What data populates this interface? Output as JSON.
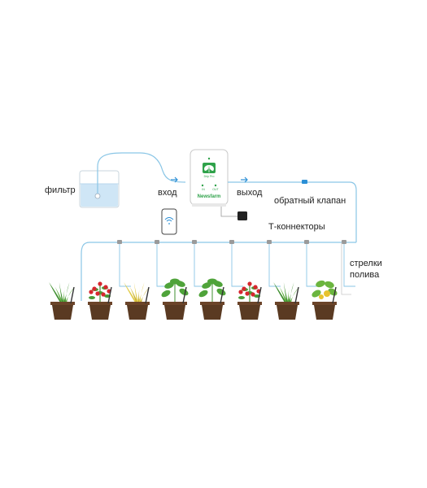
{
  "labels": {
    "filter": "фильтр",
    "inlet": "вход",
    "outlet": "выход",
    "check_valve": "обратный клапан",
    "t_connectors": "Т-коннекторы",
    "drip_arrows_line1": "стрелки",
    "drip_arrows_line2": "полива"
  },
  "device": {
    "brand": "Newsfarm",
    "in_mark": "IN",
    "out_mark": "OUT",
    "leaf_caption": "Drip Pro"
  },
  "icons": {
    "pump": "pump-device-icon",
    "phone": "smartphone-wifi-icon",
    "adapter": "power-adapter-icon",
    "tank": "water-tank-icon",
    "arrow": "flow-arrow-icon"
  },
  "colors": {
    "hose": "#8ac6e6",
    "arrow": "#2b8fd6",
    "water": "#cfe6f6",
    "pot": "#5a3a22",
    "pot_rim": "#6b4429",
    "brand_green": "#2fa24a"
  },
  "plants": [
    {
      "kind": "grass"
    },
    {
      "kind": "berries"
    },
    {
      "kind": "grass-yellow"
    },
    {
      "kind": "leafy"
    },
    {
      "kind": "leafy"
    },
    {
      "kind": "berries"
    },
    {
      "kind": "grass"
    },
    {
      "kind": "fruit"
    }
  ]
}
